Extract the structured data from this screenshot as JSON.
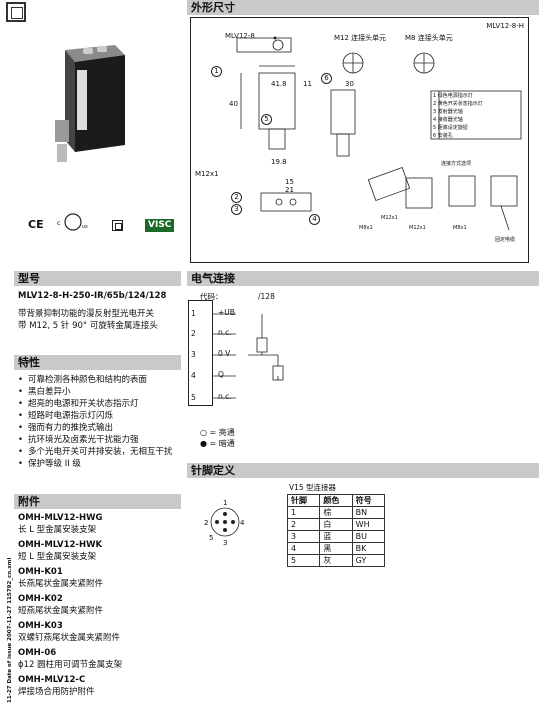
{
  "sections": {
    "dimensions": "外形尺寸",
    "model": "型号",
    "electrical": "电气连接",
    "features": "特性",
    "accessories": "附件",
    "pinout": "针脚定义"
  },
  "product": {
    "model_number": "MLV12-8-H-250-IR/65b/124/128",
    "description_line1": "带背景抑制功能的漫反射型光电开关",
    "description_line2": "带 M12, 5 针 90° 可旋转金属连接头"
  },
  "cert_logos": {
    "ce": "CE",
    "ul_c": "c",
    "ul_us": "us",
    "visc": "VISC"
  },
  "features": [
    "可靠检测各种颜色和结构的表面",
    "黑白差异小",
    "超亮的电源和开关状态指示灯",
    "短路时电源指示灯闪烁",
    "强而有力的推挽式输出",
    "抗环境光及卤素光干扰能力强",
    "多个光电开关可并排安装，无相互干扰",
    "保护等级 II 级"
  ],
  "accessories": [
    {
      "code": "OMH-MLV12-HWG",
      "desc": "长 L 型金属安装支架"
    },
    {
      "code": "OMH-MLV12-HWK",
      "desc": "短 L 型金属安装支架"
    },
    {
      "code": "OMH-K01",
      "desc": "长燕尾状金属夹紧附件"
    },
    {
      "code": "OMH-K02",
      "desc": "短燕尾状金属夹紧附件"
    },
    {
      "code": "OMH-K03",
      "desc": "双螺钉燕尾状金属夹紧附件"
    },
    {
      "code": "OMH-06",
      "desc": "ϕ12 圆柱用可调节金属支架"
    },
    {
      "code": "OMH-MLV12-C",
      "desc": "焊接场合用防护附件"
    }
  ],
  "side_text": "11-27   Date of issue 2007-11-27   115792_cn.xml",
  "drawing": {
    "doc_id": "MLV12-8-H",
    "m12_label": "M12 连接头单元",
    "m8_label": "M8 连接头单元",
    "mlv_label": "MLV12-8",
    "legend_rows": [
      "1 绿色电源指示灯",
      "2 黄色开关状态指示灯",
      "3 发射器光轴",
      "4 接收器光轴",
      "5 距离设定旋钮",
      "6 安装孔"
    ],
    "connection_title": "连接方式选项",
    "connector_labels": [
      "M12x1",
      "M8x1",
      "M12x1",
      "M8x1",
      "固定电缆"
    ],
    "dims": [
      "41.8",
      "11",
      "30",
      "19.8",
      "40",
      "15",
      "21",
      "M12x1"
    ],
    "callouts": [
      "1",
      "2",
      "3",
      "4",
      "5",
      "6"
    ]
  },
  "electrical": {
    "code_label": "代码：",
    "code_value": "/128",
    "pins": [
      {
        "num": "1",
        "label": "+UB"
      },
      {
        "num": "2",
        "label": "n.c."
      },
      {
        "num": "3",
        "label": "0 V"
      },
      {
        "num": "4",
        "label": "Q"
      },
      {
        "num": "5",
        "label": "n.c."
      }
    ],
    "legend_light": "○ = 亮通",
    "legend_dark": "● = 暗通"
  },
  "pinout": {
    "connector_title": "V15 型连接器",
    "headers": [
      "针脚",
      "颜色",
      "符号"
    ],
    "rows": [
      [
        "1",
        "棕",
        "BN"
      ],
      [
        "2",
        "白",
        "WH"
      ],
      [
        "3",
        "蓝",
        "BU"
      ],
      [
        "4",
        "黑",
        "BK"
      ],
      [
        "5",
        "灰",
        "GY"
      ]
    ],
    "diagram_numbers": [
      "1",
      "2",
      "3",
      "4",
      "5"
    ]
  }
}
